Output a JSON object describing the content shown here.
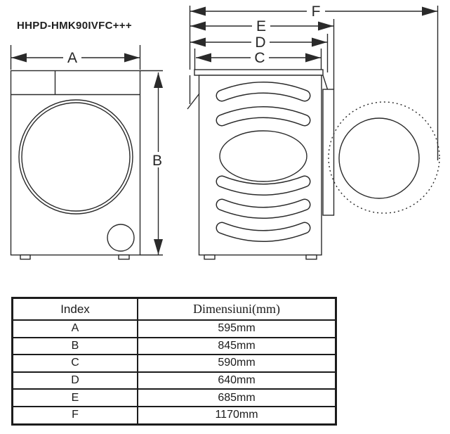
{
  "title": "HHPD-HMK90IVFC+++",
  "diagram": {
    "labels": {
      "A": "A",
      "B": "B",
      "C": "C",
      "D": "D",
      "E": "E",
      "F": "F"
    }
  },
  "table": {
    "headers": {
      "index": "Index",
      "dimension": "Dimensiuni(mm)"
    },
    "rows": [
      {
        "index": "A",
        "value": "595mm"
      },
      {
        "index": "B",
        "value": "845mm"
      },
      {
        "index": "C",
        "value": "590mm"
      },
      {
        "index": "D",
        "value": "640mm"
      },
      {
        "index": "E",
        "value": "685mm"
      },
      {
        "index": "F",
        "value": "1170mm"
      }
    ]
  },
  "colors": {
    "line": "#2a2a2a",
    "background": "#ffffff",
    "text": "#1c1c1c"
  }
}
